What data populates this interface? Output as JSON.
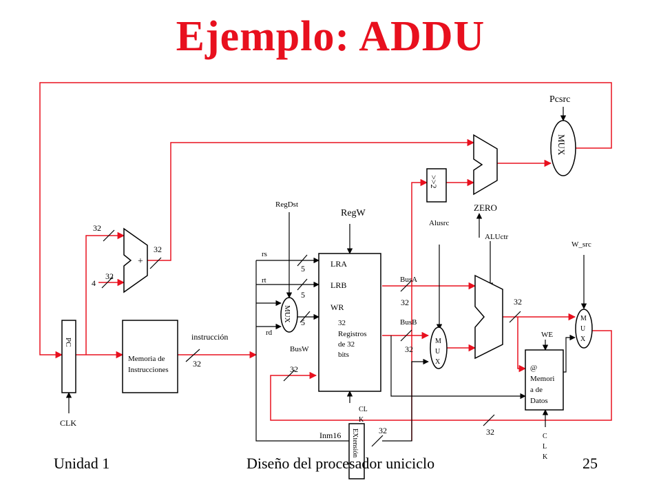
{
  "title": "Ejemplo: ADDU",
  "footer": {
    "left": "Unidad 1",
    "center": "Diseño del procesador uniciclo",
    "right": "25"
  },
  "colors": {
    "title": "#e8101e",
    "wires": "#e8101e",
    "lines": "#000000"
  },
  "diagram": {
    "pc": "PC",
    "clk_pc": "CLK",
    "adder_plus": "+",
    "adder_in_const": "4",
    "instr_mem": [
      "Memoria de",
      "Instrucciones"
    ],
    "instruccion": "instrucción",
    "bits_32": "32",
    "bits_5": "5",
    "rs": "rs",
    "rt": "rt",
    "rd": "rd",
    "regdst": "RegDst",
    "mux": "MUX",
    "regw": "RegW",
    "lra": "LRA",
    "lrb": "LRB",
    "wr": "WR",
    "regfile": [
      "32",
      "Registros",
      "de 32",
      "bits"
    ],
    "busw": "BusW",
    "clk_reg": [
      "CL",
      "K"
    ],
    "inm16": "Inm16",
    "extension": "EXtensión",
    "shift": ">>2",
    "alusrc": "Alusrc",
    "busa": "BusA",
    "busb": "BusB",
    "mux_letters": [
      "M",
      "U",
      "X"
    ],
    "zero": "ZERO",
    "aluctr": "ALUctr",
    "pcsrc": "Pcsrc",
    "w_src": "W_src",
    "we": "WE",
    "data_mem": [
      "@",
      "Memori",
      "a de",
      "Datos"
    ],
    "clk_mem": [
      "C",
      "L",
      "K"
    ]
  }
}
